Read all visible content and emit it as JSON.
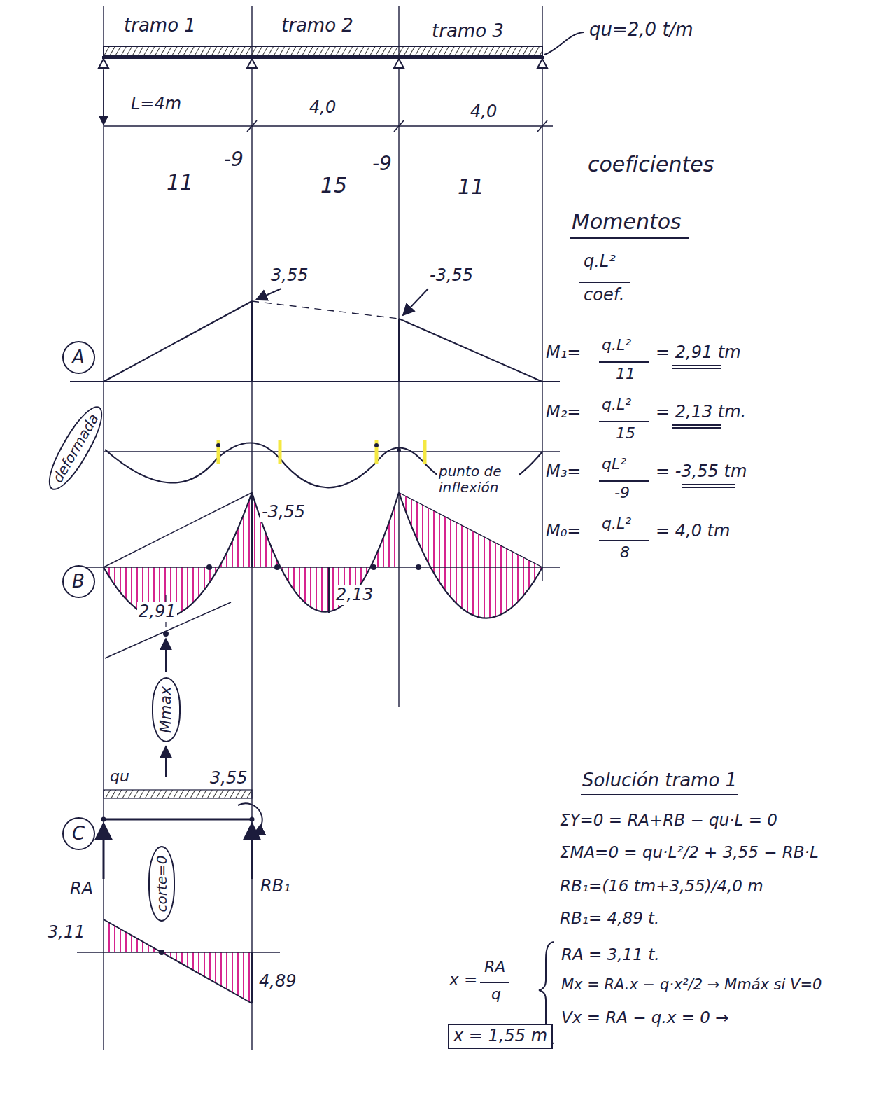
{
  "diagram": {
    "nodes": [
      {
        "text": [
          "A"
        ]
      },
      {
        "text": [
          "deformada"
        ]
      },
      {
        "text": [
          "B"
        ]
      },
      {
        "text": [
          "Mmax"
        ]
      },
      {
        "text": [
          "C"
        ]
      },
      {
        "text": [
          "corte=0"
        ]
      }
    ],
    "labels": [
      "tramo 1",
      "tramo 2",
      "tramo 3",
      "qu=2,0 t/m",
      "L=4m",
      "4,0",
      "4,0",
      "-9",
      "-9",
      "11",
      "15",
      "11",
      "coeficientes",
      "Momentos",
      "q.L²",
      "coef.",
      "M₁=",
      "q.L²",
      "11",
      "= 2,91 tm",
      "M₂=",
      "q.L²",
      "15",
      "= 2,13 tm.",
      "M₃=",
      "qL²",
      "-9",
      "= -3,55 tm",
      "M₀=",
      "q.L²",
      "8",
      "= 4,0 tm",
      "3,55",
      "-3,55",
      "punto de inflexión",
      "-3,55",
      "2,91",
      "2,13",
      "qu",
      "3,55",
      "RA",
      "RB₁",
      "3,11",
      "4,89",
      "Solución tramo 1",
      "ΣY=0 = RA+RB − qu·L = 0",
      "ΣMA=0 = qu·L²/2 + 3,55 − RB·L",
      "RB₁=(16 tm+3,55)/4,0 m",
      "RB₁= 4,89 t.",
      "RA = 3,11 t.",
      "Mx = RA.x − q·x²/2 → Mmáx si V=0",
      "Vx = RA − q.x = 0 →",
      "x =",
      "RA",
      "q",
      "x = 1,55 m"
    ]
  }
}
